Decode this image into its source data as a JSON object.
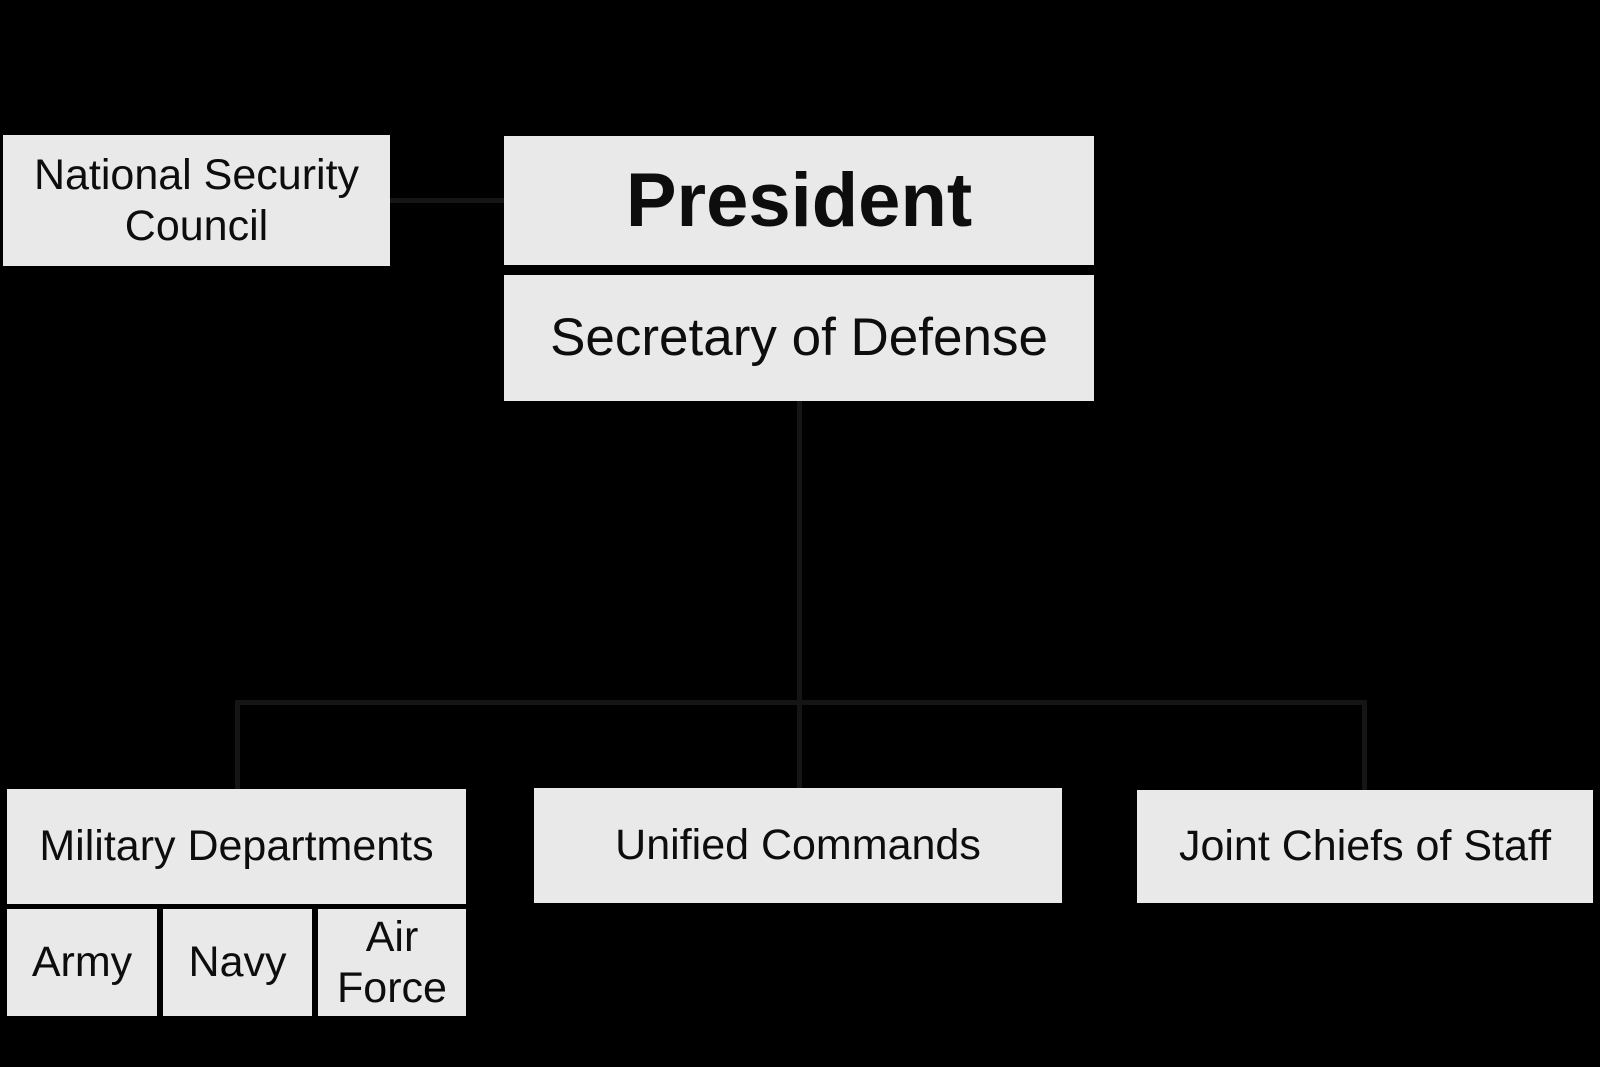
{
  "colors": {
    "background": "#000000",
    "box_fill": "#e9e9e9",
    "box_text": "#0d0d0d",
    "connector": "#151515"
  },
  "nodes": {
    "nsc": {
      "label": "National Security Council"
    },
    "president": {
      "label": "President"
    },
    "secretary_of_defense": {
      "label": "Secretary of Defense"
    },
    "military_departments": {
      "label": "Military Departments"
    },
    "army": {
      "label": "Army"
    },
    "navy": {
      "label": "Navy"
    },
    "air_force": {
      "label": "Air Force"
    },
    "unified_commands": {
      "label": "Unified Commands"
    },
    "joint_chiefs_of_staff": {
      "label": "Joint Chiefs of Staff"
    }
  }
}
